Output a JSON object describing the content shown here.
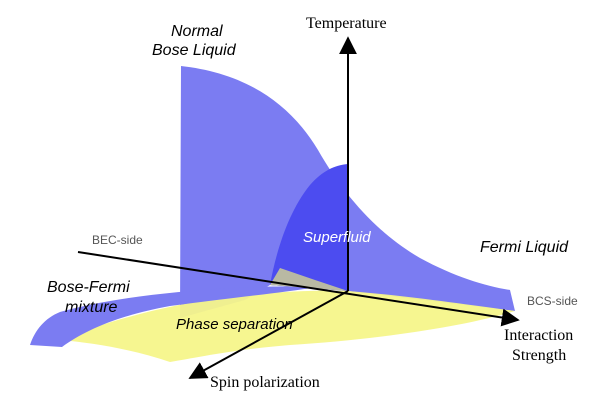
{
  "axes": {
    "temperature": "Temperature",
    "interaction_line1": "Interaction",
    "interaction_line2": "Strength",
    "spin_polarization": "Spin polarization"
  },
  "sides": {
    "bec": "BEC-side",
    "bcs": "BCS-side"
  },
  "regions": {
    "normal_bose_line1": "Normal",
    "normal_bose_line2": "Bose Liquid",
    "superfluid": "Superfluid",
    "fermi_liquid": "Fermi Liquid",
    "bose_fermi_line1": "Bose-Fermi",
    "bose_fermi_line2": "mixture",
    "phase_separation": "Phase separation"
  },
  "colors": {
    "surface_blue": "#7b7cf2",
    "superfluid_blue": "#4c4cf0",
    "phase_yellow": "#f5f58a",
    "overlap_grey": "#b9b9a3"
  }
}
